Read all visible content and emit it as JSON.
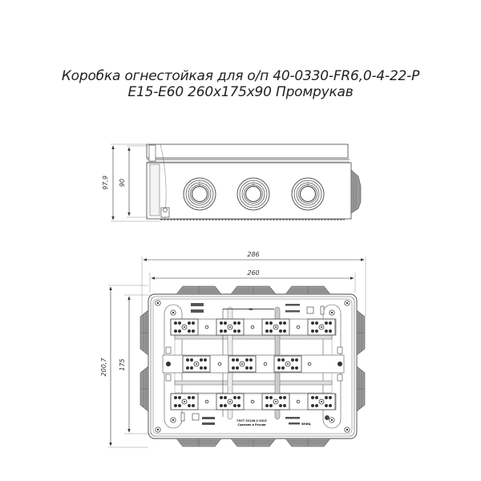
{
  "title": {
    "line1": "Коробка огнестойкая для о/п 40-0330-FR6,0-4-22-P",
    "line2": "E15-E60 260x175x90 Промрукав"
  },
  "side_view": {
    "dim_total_height": "97,9",
    "dim_body_height": "90",
    "cable_entries": 3
  },
  "top_view": {
    "dim_total_width": "286",
    "dim_body_width": "260",
    "dim_total_depth": "200,7",
    "dim_body_depth": "175",
    "inner_dim_label": "80",
    "marking_line1": "ГОСТ 32126.1-2013",
    "marking_line2": "Сделано в России",
    "cert_mark": "ВНИЦ",
    "terminal_blocks_rows": 3
  },
  "colors": {
    "line": "#333333",
    "dim_line": "#555555",
    "gland": "#888888",
    "background": "#ffffff"
  }
}
